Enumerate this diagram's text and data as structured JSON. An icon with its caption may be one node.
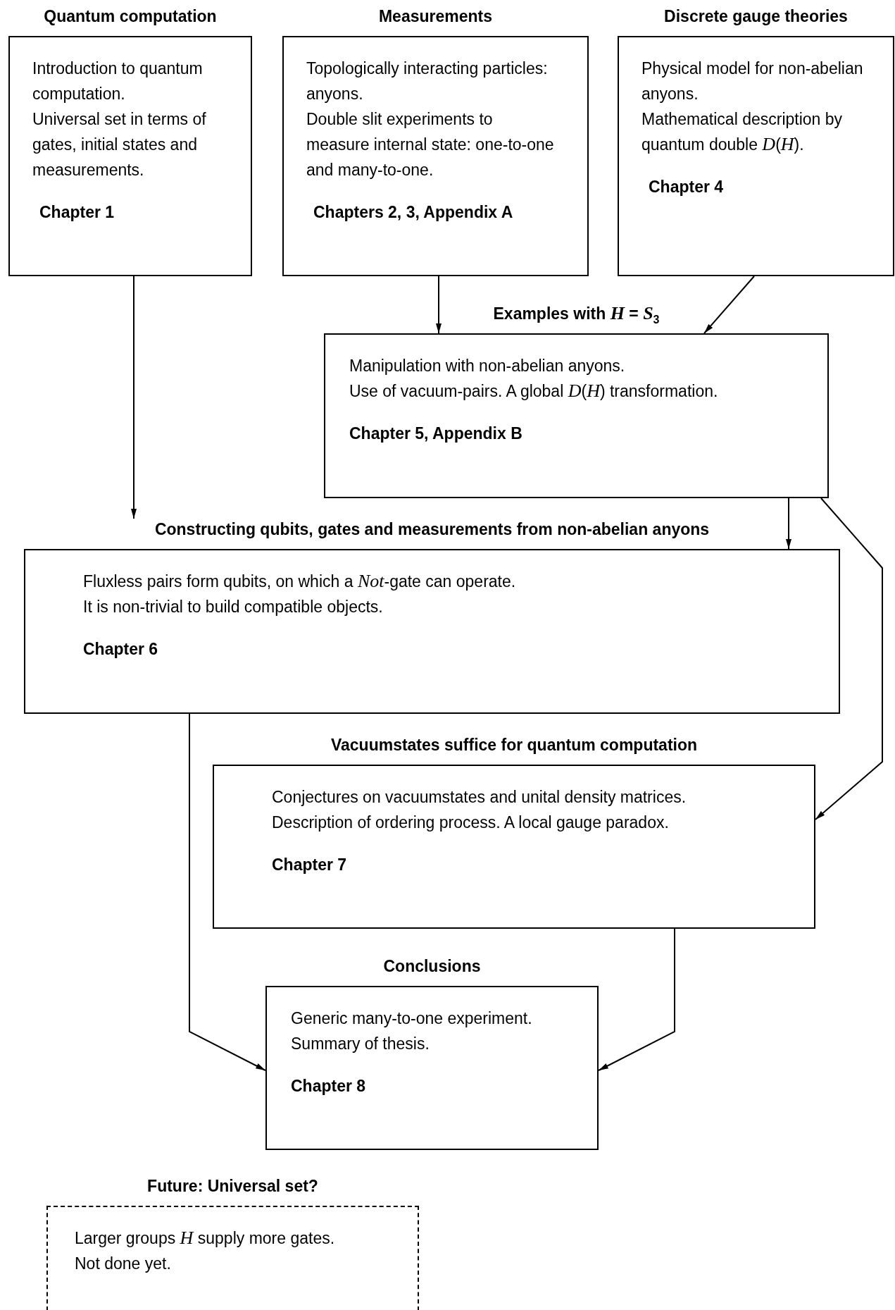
{
  "diagram": {
    "nodes": [
      {
        "text": [
          "Quantum computation",
          "Introduction to quantum computation.",
          "Universal set in terms of gates, initial states and measurements.",
          "Chapter 1"
        ]
      },
      {
        "text": [
          "Measurements",
          "Topologically interacting particles: anyons.",
          "Double slit experiments to measure internal state: one-to-one and many-to-one.",
          "Chapters 2, 3, Appendix A"
        ]
      },
      {
        "text": [
          "Discrete gauge theories",
          "Physical model for non-abelian anyons.",
          "Mathematical description by quantum double *D*(*H*).",
          "Chapter 4"
        ]
      },
      {
        "text": [
          "Examples with *H* = *S*$_{3}$",
          "Manipulation with non-abelian anyons.",
          "Use of vacuum-pairs. A global *D*(*H*) transformation.",
          "Chapter 5, Appendix B"
        ]
      },
      {
        "text": [
          "Constructing qubits, gates and measurements from non-abelian anyons",
          "Fluxless pairs form qubits, on which a *Not*-gate can operate.",
          "It is non-trivial to build compatible objects.",
          "Chapter 6"
        ]
      },
      {
        "text": [
          "Vacuumstates suffice for quantum computation",
          "Conjectures on vacuumstates and unital density matrices.",
          "Description of ordering process. A local gauge paradox.",
          "Chapter 7"
        ]
      },
      {
        "text": [
          "Conclusions",
          "Generic many-to-one experiment.",
          "Summary of thesis.",
          "Chapter 8"
        ]
      },
      {
        "text": [
          "Future: Universal set?",
          "Larger groups *H* supply more gates.",
          "Not done yet."
        ]
      }
    ],
    "edges": [
      {
        "from": 0,
        "to": 4,
        "arrow": "to"
      },
      {
        "from": 1,
        "to": 3,
        "arrow": "to"
      },
      {
        "from": 2,
        "to": 3,
        "arrow": "to"
      },
      {
        "from": 3,
        "to": 4,
        "arrow": "to"
      },
      {
        "from": 3,
        "to": 5,
        "arrow": "to"
      },
      {
        "from": 4,
        "to": 6,
        "arrow": "to"
      },
      {
        "from": 5,
        "to": 6,
        "arrow": "to"
      }
    ]
  }
}
